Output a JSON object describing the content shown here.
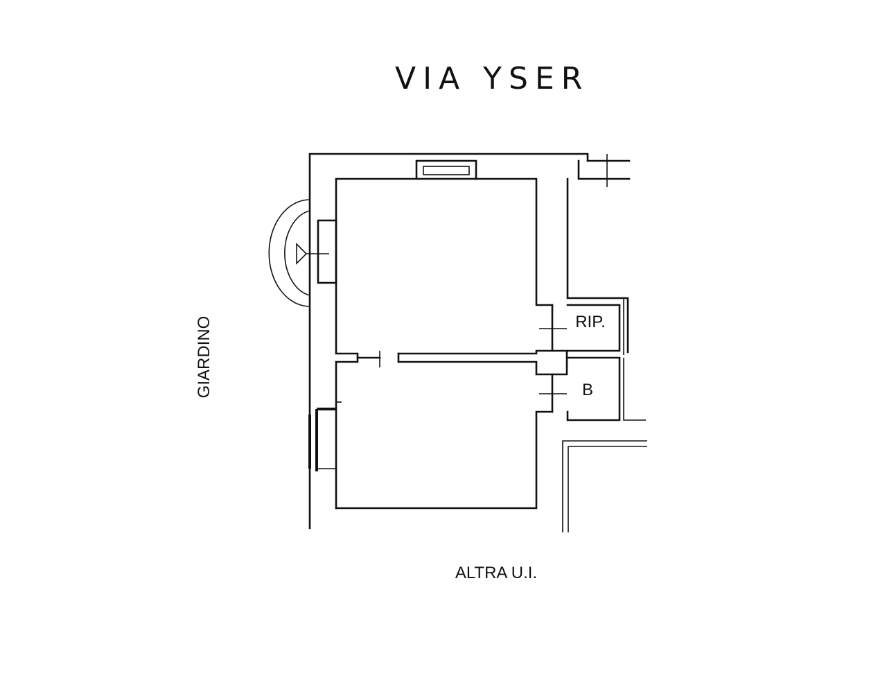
{
  "plan": {
    "street_label": "VIA YSER",
    "garden_label": "GIARDINO",
    "other_unit_label": "ALTRA U.I.",
    "rooms": {
      "storage": "RIP.",
      "bathroom": "B"
    }
  }
}
